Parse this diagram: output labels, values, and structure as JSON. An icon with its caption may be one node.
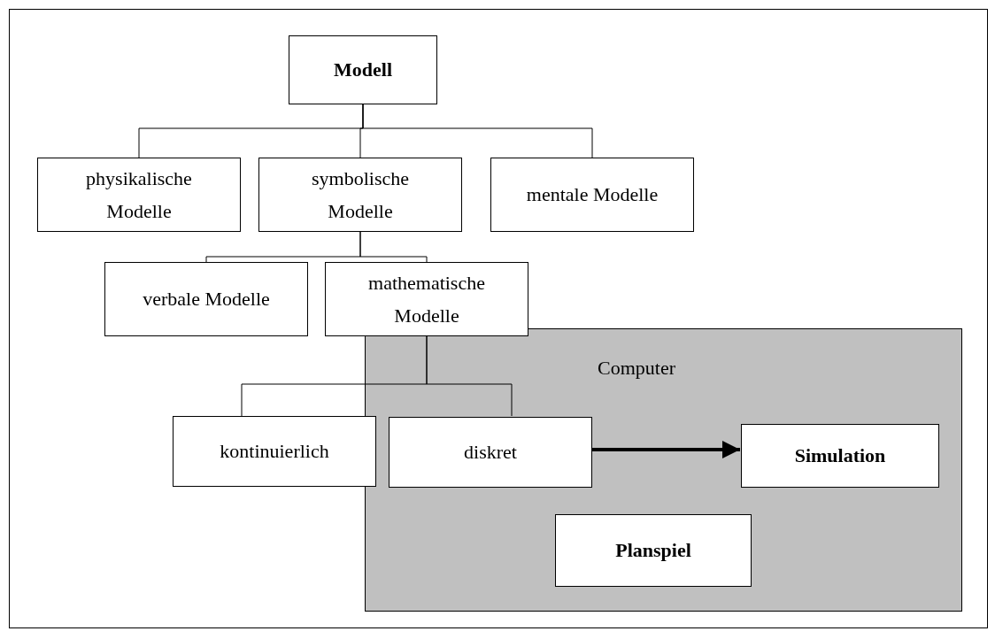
{
  "diagram": {
    "nodes": [
      {
        "text": [
          "Modell"
        ]
      },
      {
        "text": [
          "physikalische Modelle"
        ]
      },
      {
        "text": [
          "symbolische Modelle"
        ]
      },
      {
        "text": [
          "mentale Modelle"
        ]
      },
      {
        "text": [
          "verbale Modelle"
        ]
      },
      {
        "text": [
          "mathematische Modelle"
        ]
      },
      {
        "text": [
          "Computer"
        ]
      },
      {
        "text": [
          "kontinuierlich"
        ]
      },
      {
        "text": [
          "diskret"
        ],
        "in": 6
      },
      {
        "text": [
          "Simulation"
        ],
        "in": 6
      },
      {
        "text": [
          "Planspiel"
        ],
        "in": 6
      }
    ],
    "edges": [
      {
        "from": 0,
        "to": 1,
        "arrow": "none"
      },
      {
        "from": 0,
        "to": 2,
        "arrow": "none"
      },
      {
        "from": 0,
        "to": 3,
        "arrow": "none"
      },
      {
        "from": 2,
        "to": 4,
        "arrow": "none"
      },
      {
        "from": 2,
        "to": 5,
        "arrow": "none"
      },
      {
        "from": 5,
        "to": 7,
        "arrow": "none"
      },
      {
        "from": 5,
        "to": 8,
        "arrow": "none"
      },
      {
        "from": 8,
        "to": 9,
        "arrow": "to",
        "style": "thick"
      }
    ]
  }
}
